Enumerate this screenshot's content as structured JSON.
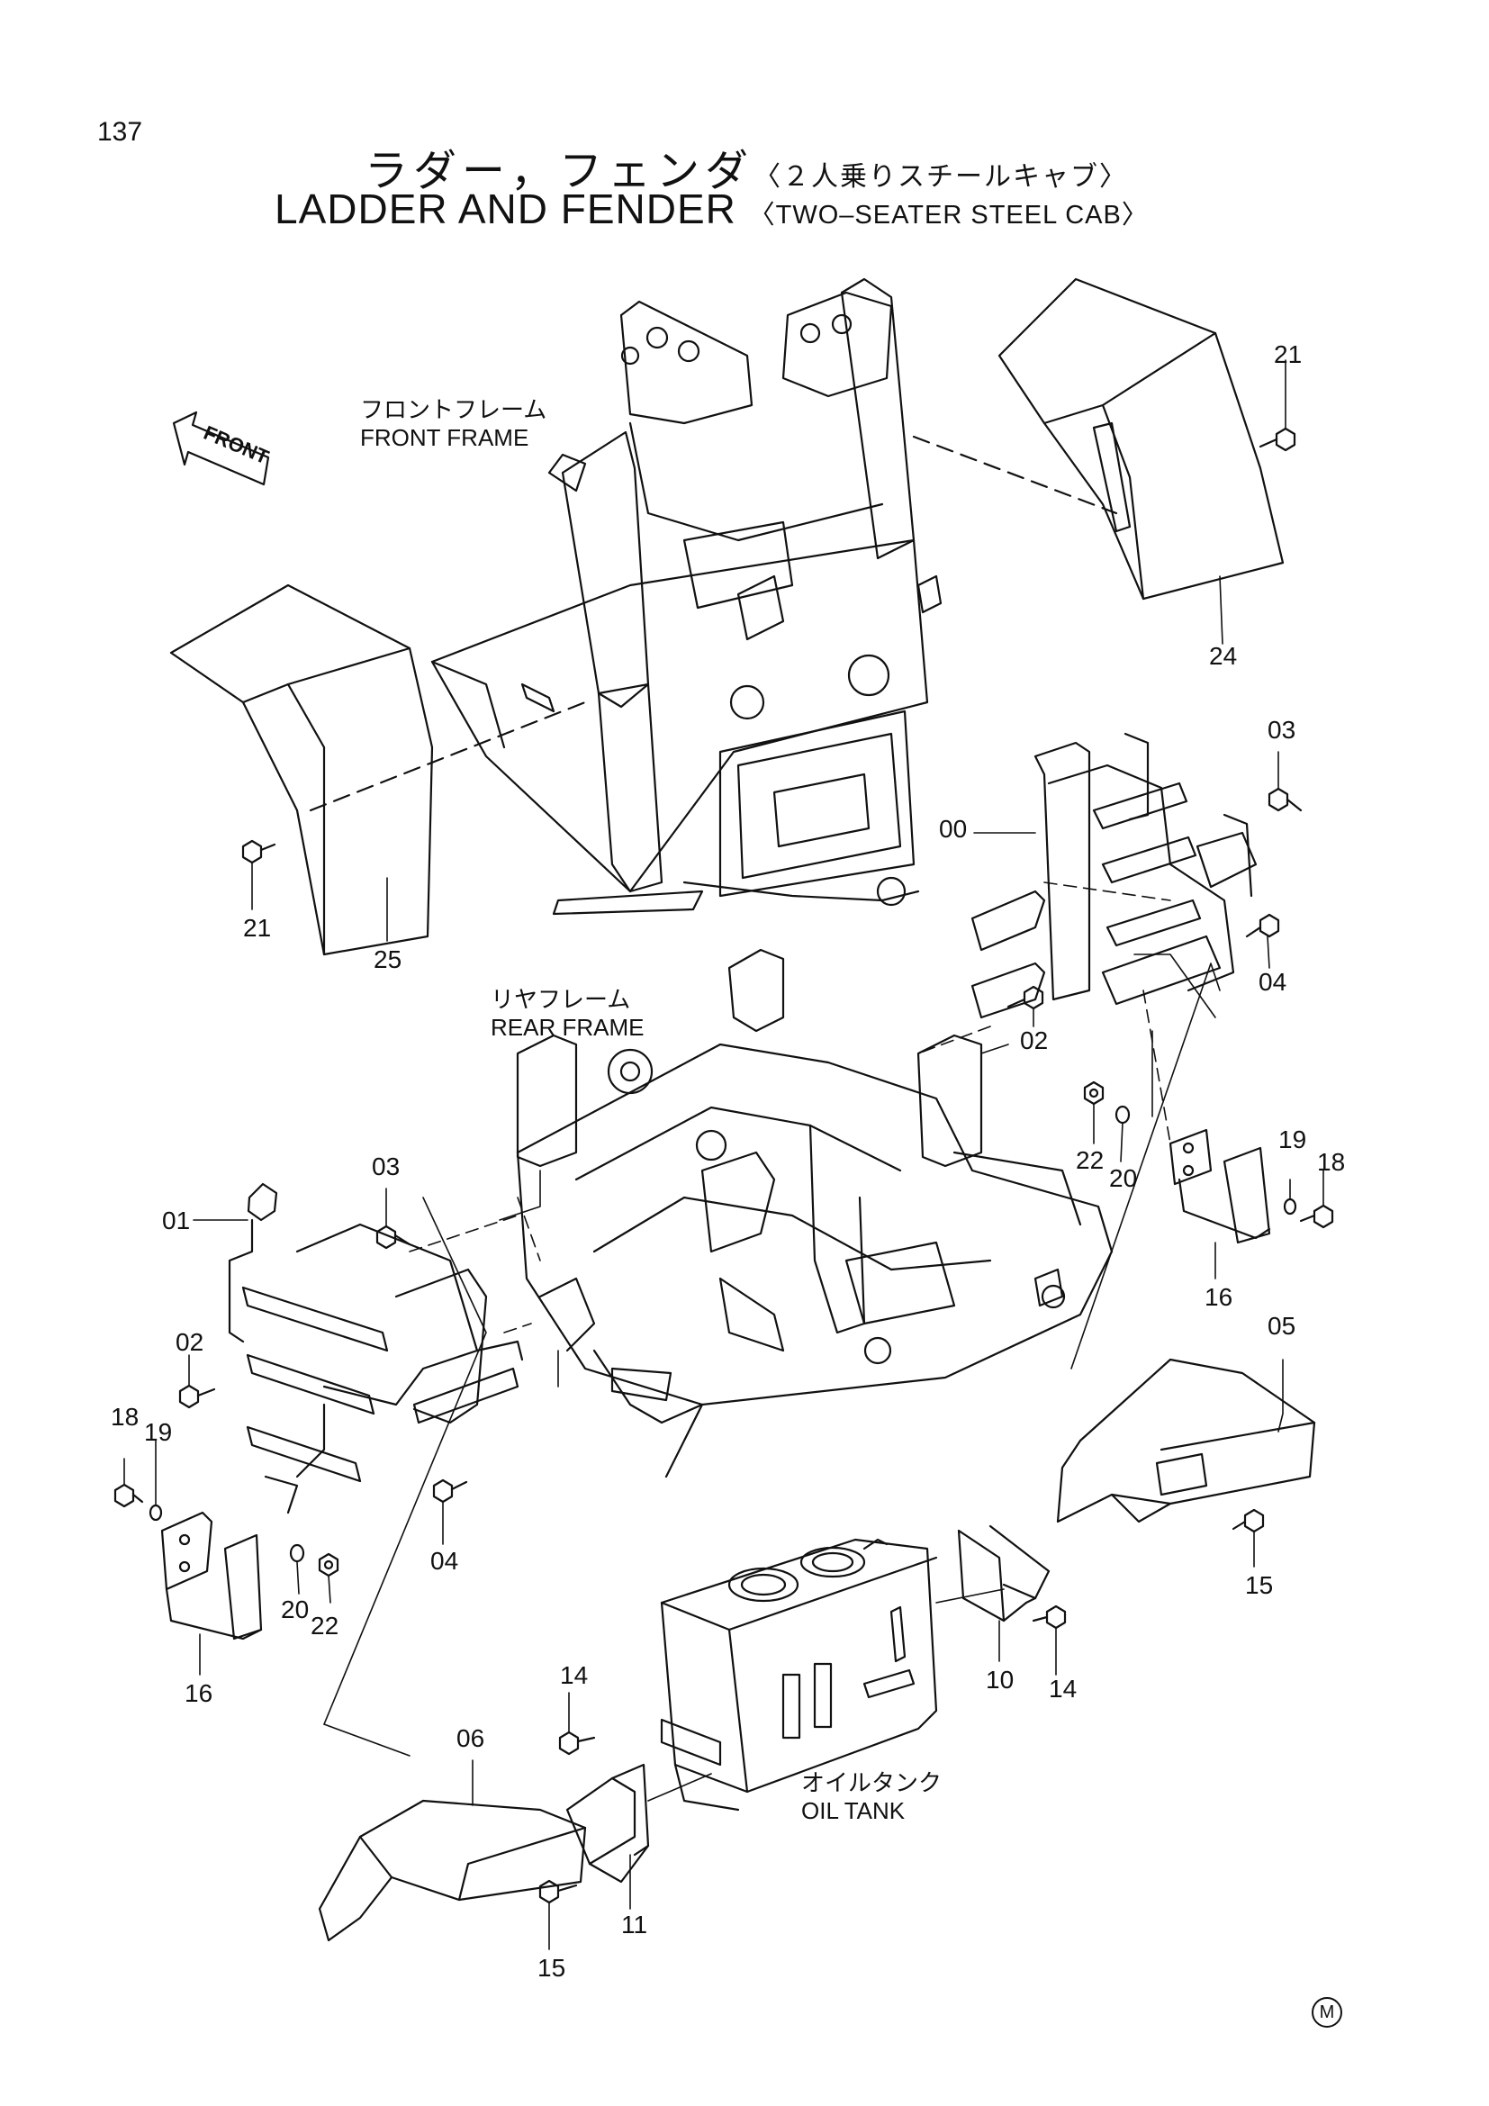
{
  "page_number": "137",
  "title": {
    "jp": "ラダー，フェンダ",
    "jp_sub": "〈２人乗りスチールキャブ〉",
    "en": "LADDER AND FENDER",
    "en_sub": "〈TWO–SEATER STEEL CAB〉"
  },
  "front_arrow": "FRONT",
  "labels": {
    "front_frame_jp": "フロントフレーム",
    "front_frame_en": "FRONT FRAME",
    "rear_frame_jp": "リヤフレーム",
    "rear_frame_en": "REAR FRAME",
    "oil_tank_jp": "オイルタンク",
    "oil_tank_en": "OIL TANK"
  },
  "callouts": [
    "21",
    "24",
    "21",
    "25",
    "03",
    "00",
    "04",
    "02",
    "22",
    "20",
    "19",
    "18",
    "16",
    "05",
    "15",
    "03",
    "01",
    "02",
    "18",
    "19",
    "04",
    "20",
    "22",
    "16",
    "10",
    "14",
    "14",
    "06",
    "11",
    "15"
  ],
  "corner_mark": "M"
}
